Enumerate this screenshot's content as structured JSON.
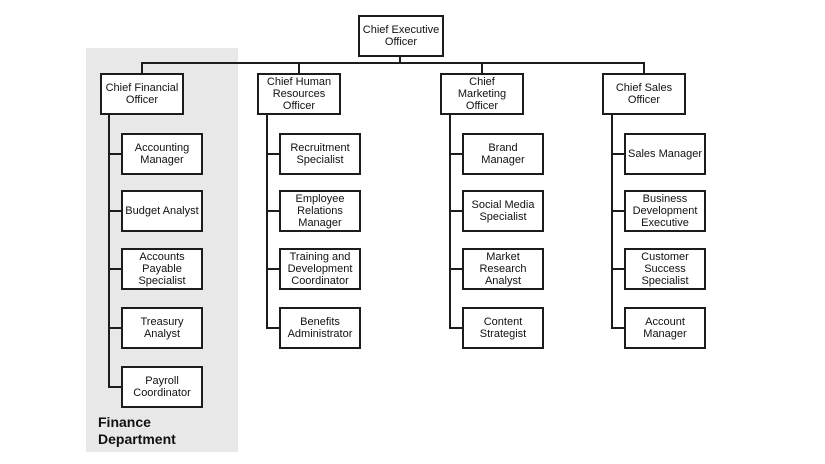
{
  "org": {
    "ceo": {
      "title": "Chief Executive Officer"
    },
    "branches": [
      {
        "title": "Chief Financial Officer",
        "children": [
          "Accounting Manager",
          "Budget Analyst",
          "Accounts Payable Specialist",
          "Treasury Analyst",
          "Payroll Coordinator"
        ]
      },
      {
        "title": "Chief Human Resources Officer",
        "children": [
          "Recruitment Specialist",
          "Employee Relations Manager",
          "Training and Development Coordinator",
          "Benefits Administrator"
        ]
      },
      {
        "title": "Chief Marketing Officer",
        "children": [
          "Brand Manager",
          "Social Media Specialist",
          "Market Research Analyst",
          "Content Strategist"
        ]
      },
      {
        "title": "Chief Sales Officer",
        "children": [
          "Sales Manager",
          "Business Development Executive",
          "Customer Success Specialist",
          "Account Manager"
        ]
      }
    ],
    "department_label": "Finance Department"
  },
  "colors": {
    "line": "#1c1c1c",
    "box_background": "#ffffff",
    "highlight_background": "#e8e8e8",
    "page_background": "#ffffff",
    "text": "#111111"
  }
}
